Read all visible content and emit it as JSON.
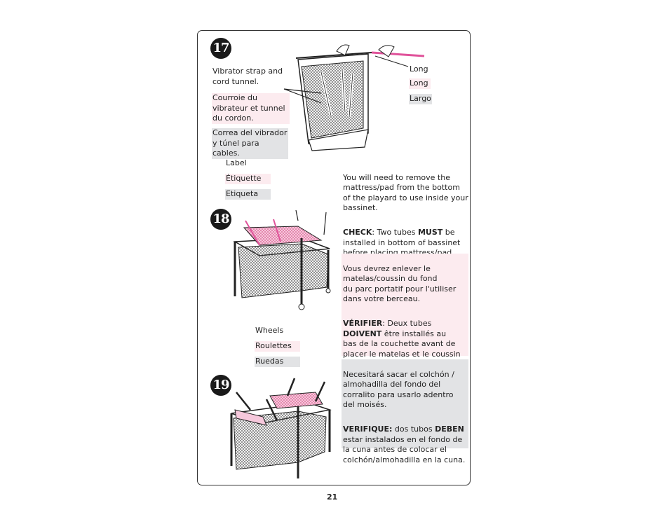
{
  "page_number": "21",
  "steps": {
    "s17": "17",
    "s18": "18",
    "s19": "19"
  },
  "step17": {
    "en": "Vibrator strap and\ncord tunnel.",
    "fr": "Courroie du\nvibrateur et tunnel\ndu cordon.",
    "es": "Correa del vibrador\ny túnel para cables.",
    "long_en": "Long",
    "long_fr": "Long",
    "long_es": "Largo"
  },
  "step18": {
    "label_en": "Label",
    "label_fr": "Étiquette",
    "label_es": "Etiqueta",
    "wheels_en": "Wheels",
    "wheels_fr": "Roulettes",
    "wheels_es": "Ruedas"
  },
  "instructions": {
    "en_p1": "You will need to remove the\nmattress/pad from the bottom\nof the playard to use inside your\nbassinet.",
    "en_check": "CHECK",
    "en_p2a": ": Two tubes ",
    "en_must": "MUST",
    "en_p2b": " be\ninstalled in bottom of bassinet\nbefore placing mattress/pad\nin bassinet.",
    "fr_p1": "Vous devrez enlever le\nmatelas/coussin du fond\ndu parc portatif pour l'utiliser\ndans votre berceau.",
    "fr_verifier": "VÉRIFIER",
    "fr_p2a": ": Deux tubes\n",
    "fr_doivent": "DOIVENT",
    "fr_p2b": " être installés au\nbas de la couchette avant de\nplacer le matelas et le coussin\ndans la couchette.",
    "es_p1": "Necesitará sacar el colchón /\nalmohadilla del fondo del\ncorralito para usarlo adentro\ndel moisés.",
    "es_verifique": "VERIFIQUE:",
    "es_p2a": " dos tubos ",
    "es_deben": "DEBEN",
    "es_p2b": "\nestar instalados en el fondo de\nla cuna antes de colocar el\ncolchón/almohadilla en la cuna."
  },
  "colors": {
    "accent_pink": "#e0529a",
    "pink_bg": "#fcebef",
    "gray_bg": "#e2e3e5"
  }
}
